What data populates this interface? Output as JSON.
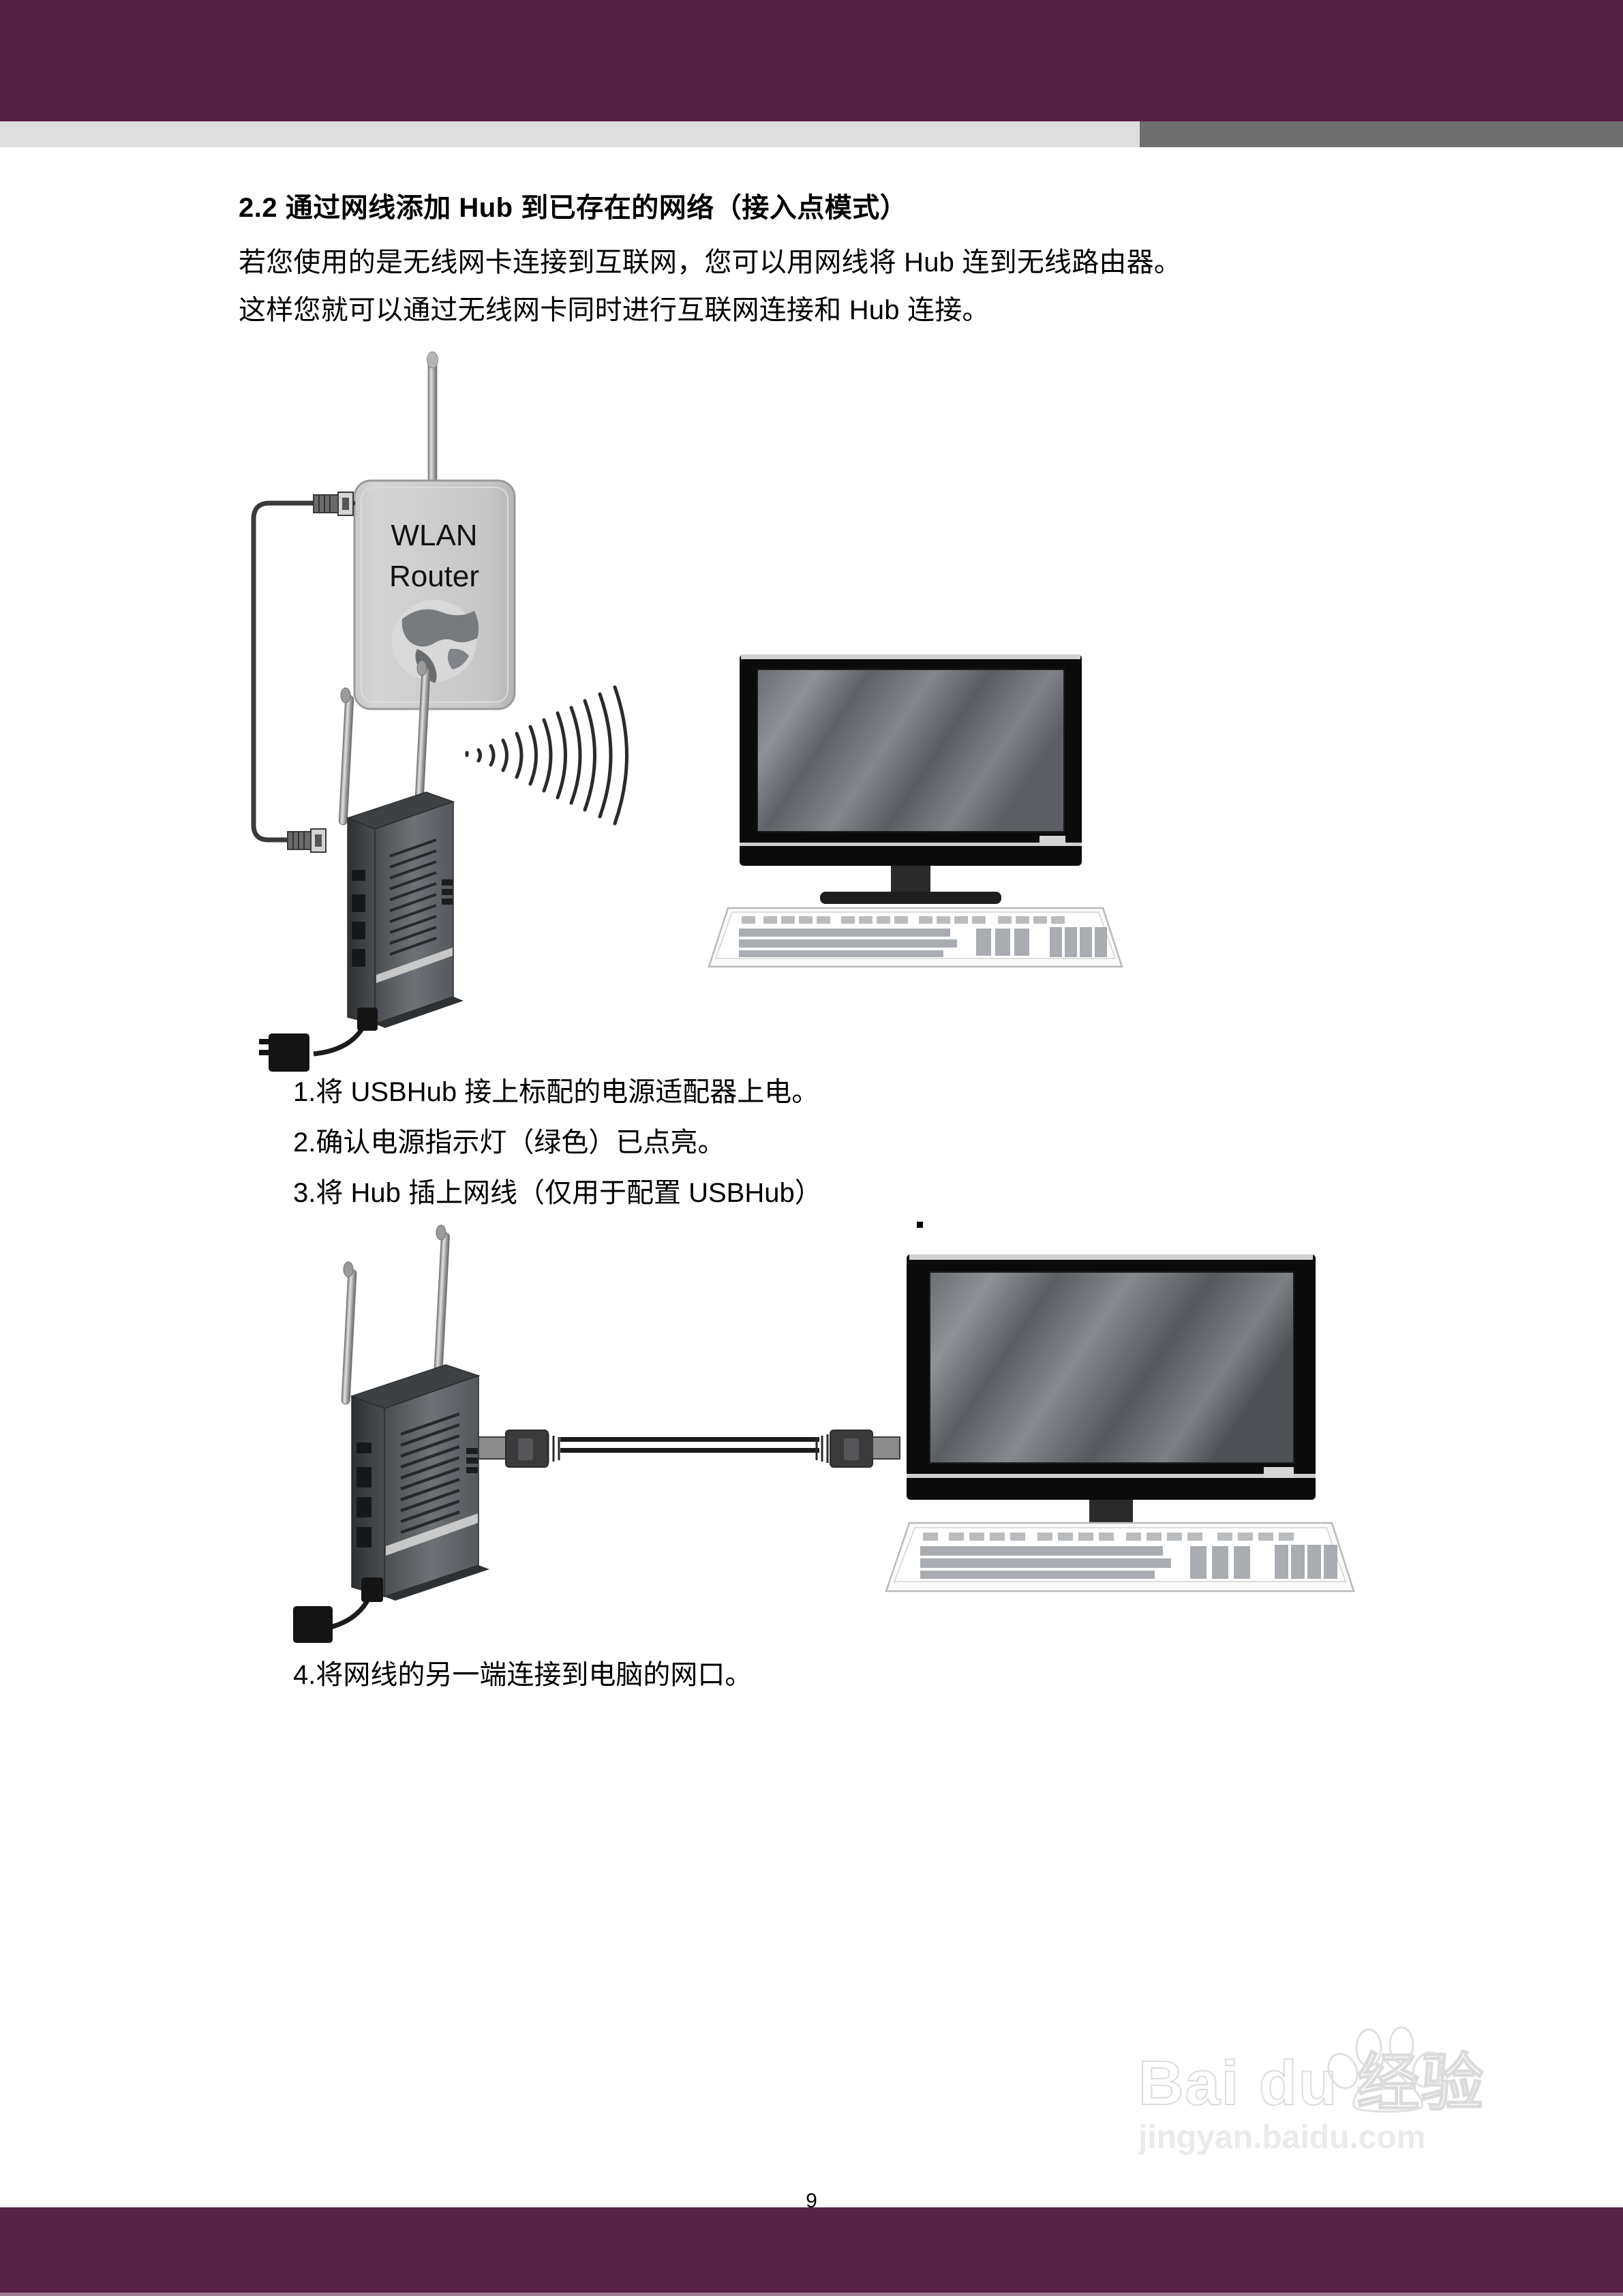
{
  "colors": {
    "header_purple": "#561F45",
    "footer_purple": "#5B2249",
    "header_gray_left": "#DEDEDE",
    "header_gray_right": "#6E6E6E",
    "text": "#000000"
  },
  "header": {
    "section_heading": "2.2 通过网线添加 Hub 到已存在的网络（接入点模式）"
  },
  "body": {
    "paragraph_lines": [
      "若您使用的是无线网卡连接到互联网，您可以用网线将 Hub 连到无线路由器。",
      "这样您就可以通过无线网卡同时进行互联网连接和 Hub 连接。"
    ]
  },
  "figure_ap_mode": {
    "router_label_line1": "WLAN",
    "router_label_line2": "Router",
    "icons": [
      "wlan-router-icon",
      "antenna-icon",
      "globe-icon",
      "usb-hub-icon",
      "wireless-waves-icon",
      "ethernet-cable-icon",
      "power-adapter-icon",
      "monitor-icon",
      "keyboard-icon"
    ]
  },
  "steps_group_1": [
    "1.将 USBHub 接上标配的电源适配器上电。",
    "2.确认电源指示灯（绿色）已点亮。",
    "3.将 Hub 插上网线（仅用于配置 USBHub）"
  ],
  "figure_cable": {
    "icons": [
      "usb-hub-icon",
      "antenna-icon",
      "ethernet-cable-icon",
      "power-adapter-icon",
      "monitor-icon",
      "keyboard-icon"
    ]
  },
  "steps_group_2": [
    "4.将网线的另一端连接到电脑的网口。"
  ],
  "footer": {
    "page_number": "9"
  },
  "watermark": {
    "wordmark": "Bai du 经验",
    "url": "jingyan.baidu.com"
  }
}
